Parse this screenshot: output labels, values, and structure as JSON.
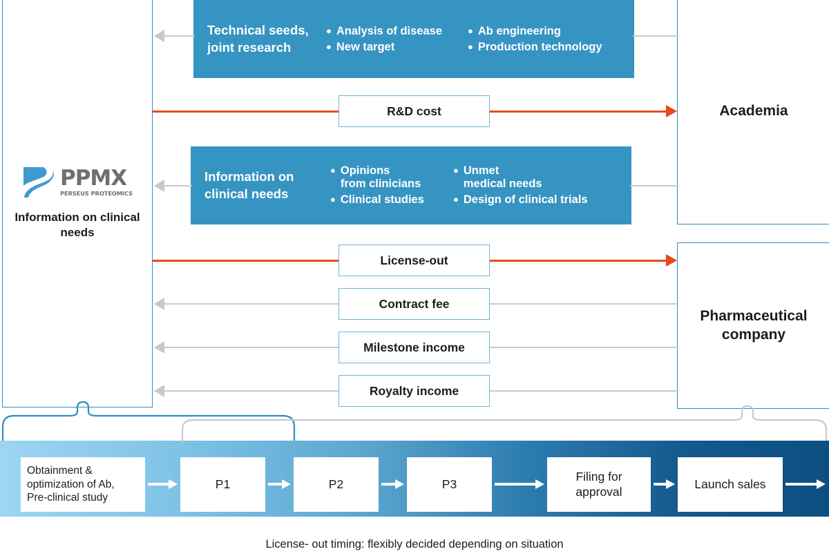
{
  "entities": {
    "ppmx": {
      "logo_name": "PPMX",
      "logo_tagline": "PERSEUS PROTEOMICS",
      "caption": "Information\non\nclinical needs"
    },
    "academia": {
      "label": "Academia"
    },
    "pharma": {
      "label": "Pharmaceutical\ncompany"
    }
  },
  "info_blocks": [
    {
      "title": "Technical seeds,\njoint research",
      "col1": [
        "Analysis of disease",
        "New target"
      ],
      "col2": [
        "Ab engineering",
        "Production technology"
      ]
    },
    {
      "title": "Information on\nclinical needs",
      "col1": [
        "Opinions\nfrom clinicians",
        "Clinical studies"
      ],
      "col2": [
        "Unmet\nmedical needs",
        "Design of clinical trials"
      ]
    }
  ],
  "flows": [
    {
      "label": "R&D cost",
      "direction": "right",
      "color": "#E8491B"
    },
    {
      "label": "License-out",
      "direction": "right",
      "color": "#E8491B"
    },
    {
      "label": "Contract fee",
      "direction": "left",
      "color": "#c8c8c8"
    },
    {
      "label": "Milestone income",
      "direction": "left",
      "color": "#c8c8c8"
    },
    {
      "label": "Royalty income",
      "direction": "left",
      "color": "#c8c8c8"
    }
  ],
  "pipeline": {
    "stages": [
      "Obtainment &\noptimization of Ab,\nPre-clinical study",
      "P1",
      "P2",
      "P3",
      "Filing for\napproval",
      "Launch sales"
    ]
  },
  "footer": {
    "caption": "License- out timing: flexibly decided depending on situation"
  },
  "colors": {
    "info_block_blue": "#3694C2",
    "panel_border_blue": "#2E8BC0",
    "mid_box_border": "#74B3D6",
    "flow_orange": "#E8491B",
    "flow_gray": "#c8c8c8",
    "pipeline_light": "#9DD5F3",
    "pipeline_dark": "#0D4F81"
  }
}
